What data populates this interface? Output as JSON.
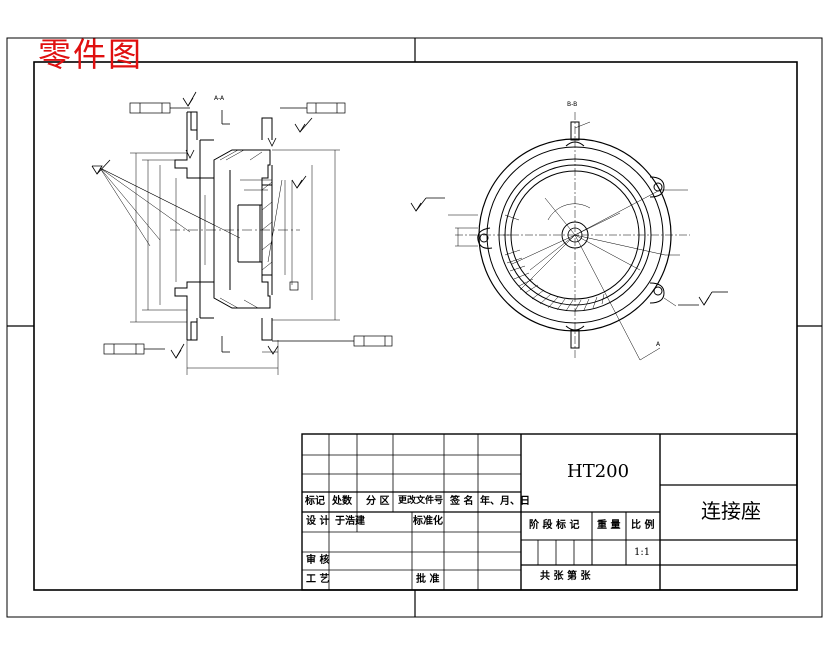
{
  "header": {
    "title_label": "零件图"
  },
  "drawing": {
    "section_aa_label": "A-A",
    "section_bb_label": "B-B",
    "datum_label": "A"
  },
  "title_block": {
    "material": "HT200",
    "part_name": "连接座",
    "scale_value": "1:1",
    "row_headers": [
      "标记",
      "处数",
      "分 区",
      "更改文件号",
      "签 名",
      "年、月、日"
    ],
    "design_label": "设 计",
    "designer_name": "于浩建",
    "standardization_label": "标准化",
    "stage_mark_label": "阶 段 标 记",
    "weight_label": "重 量",
    "scale_label": "比 例",
    "review_label": "审 核",
    "process_label": "工 艺",
    "approve_label": "批 准",
    "sheets_text": "共      张    第      张"
  }
}
